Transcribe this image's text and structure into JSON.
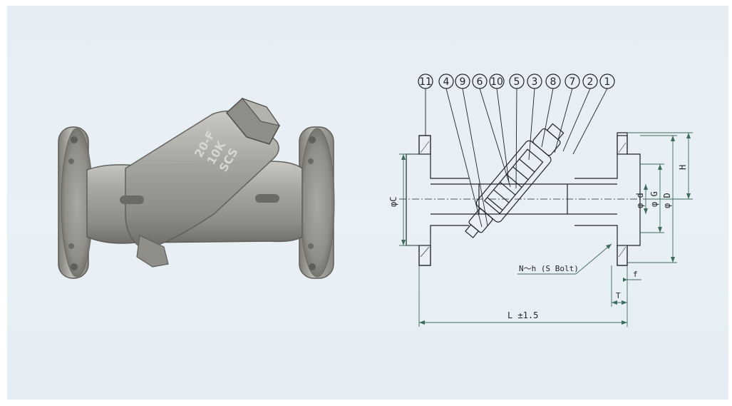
{
  "callouts": [
    "11",
    "4",
    "9",
    "6",
    "10",
    "5",
    "3",
    "8",
    "7",
    "2",
    "1"
  ],
  "dimensions": {
    "C": "φC",
    "d": "φ d",
    "G": "φ G",
    "D": "φ D",
    "H": "H",
    "bolt": "N〜h (S Bolt)",
    "f": "f",
    "T": "T",
    "L": "L ±1.5"
  },
  "photo": {
    "casting_marks": [
      "20-F",
      "10K",
      "SCS"
    ]
  },
  "colors": {
    "panel": "#e6eef4",
    "metal": "#9a9a96",
    "line": "#1e2426",
    "dim_line": "#3f6b5b"
  }
}
